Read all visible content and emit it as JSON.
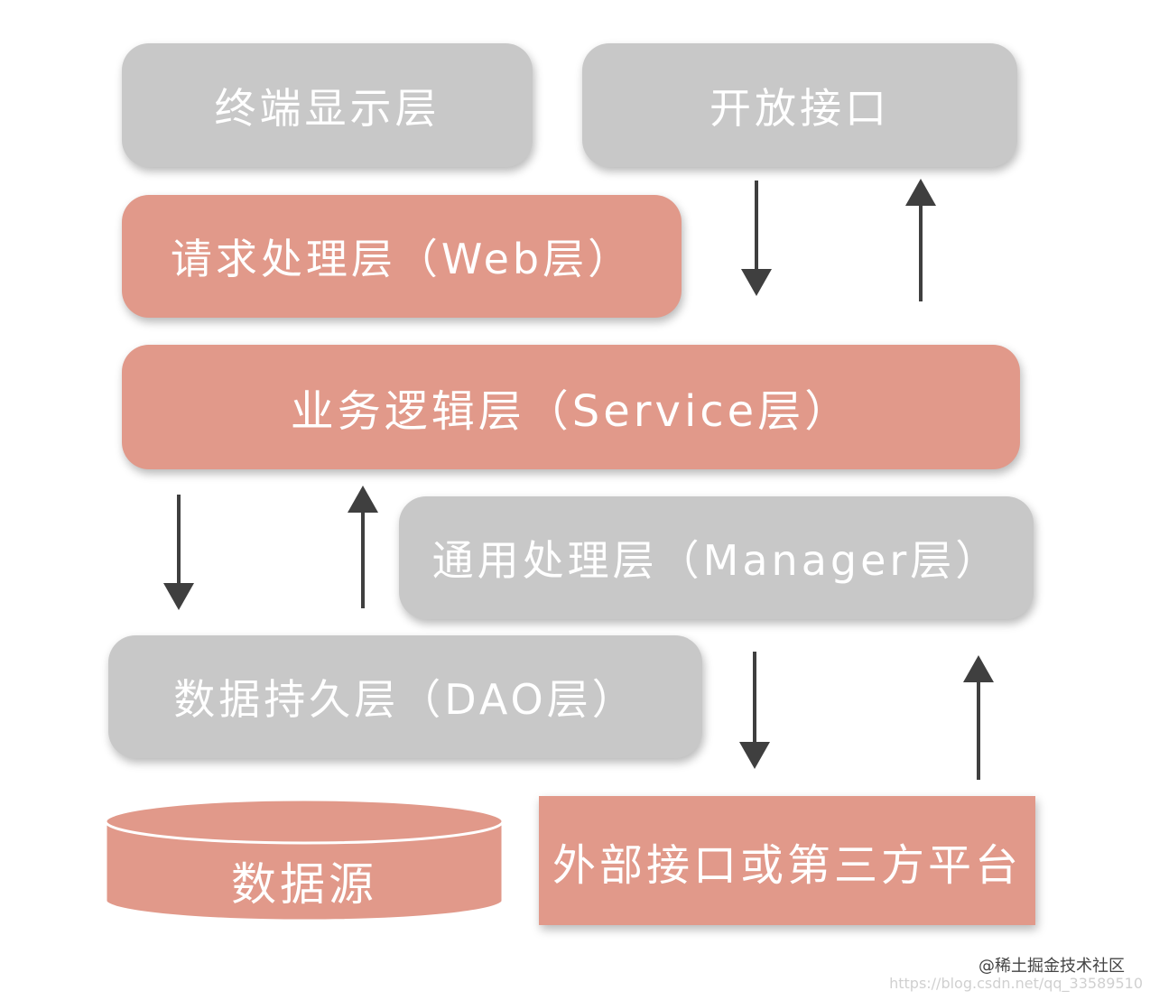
{
  "layers": {
    "terminal": "终端显示层",
    "open_api": "开放接口",
    "web": "请求处理层（Web层）",
    "service": "业务逻辑层（Service层）",
    "manager": "通用处理层（Manager层）",
    "dao": "数据持久层（DAO层）",
    "datasource": "数据源",
    "external": "外部接口或第三方平台"
  },
  "colors": {
    "gray_box": "#c8c8c8",
    "salmon_box": "#e1998a",
    "arrow": "#3f3f3f",
    "text": "#ffffff"
  },
  "watermark": {
    "line1": "@稀土掘金技术社区",
    "line2": "https://blog.csdn.net/qq_33589510"
  }
}
